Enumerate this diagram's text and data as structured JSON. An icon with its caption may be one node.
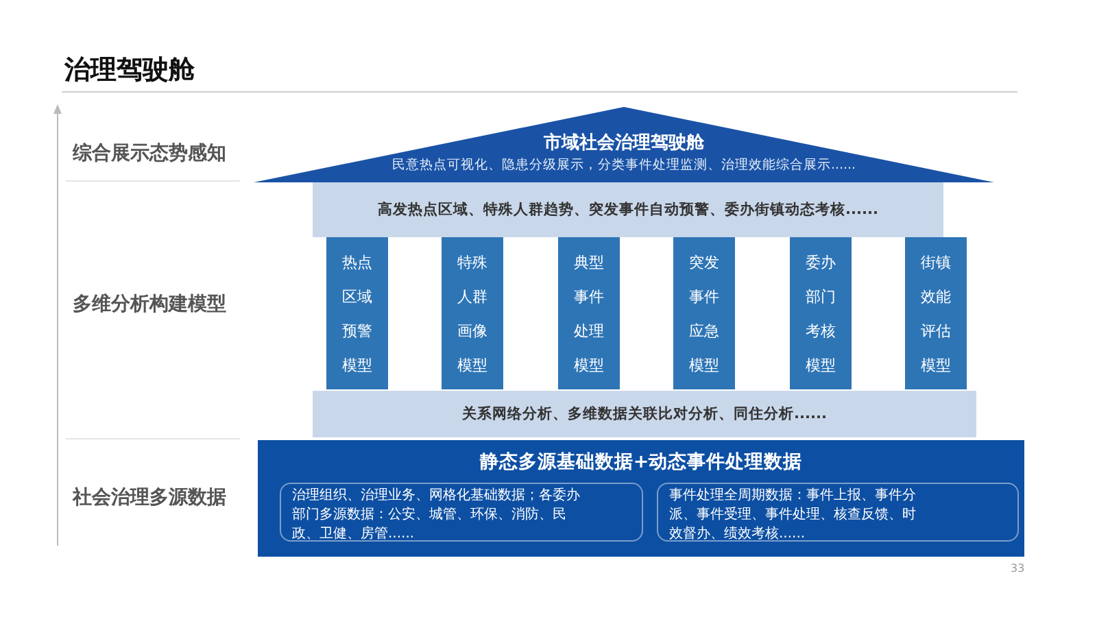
{
  "diagram": {
    "title": "治理驾驶舱",
    "nodes": [
      {
        "text": [
          "市域社会治理驾驶舱",
          "民意热点可视化、隐患分级展示，分类事件处理监测、治理效能综合展示......"
        ]
      },
      {
        "text": [
          "高发热点区域、特殊人群趋势、突发事件自动预警、委办街镇动态考核......"
        ]
      },
      {
        "text": [
          "热点区域预警模型"
        ]
      },
      {
        "text": [
          "特殊人群画像模型"
        ]
      },
      {
        "text": [
          "典型事件处理模型"
        ]
      },
      {
        "text": [
          "突发事件应急模型"
        ]
      },
      {
        "text": [
          "委办部门考核模型"
        ]
      },
      {
        "text": [
          "街镇效能评估模型"
        ]
      },
      {
        "text": [
          "关系网络分析、多维数据关联比对分析、同住分析......"
        ]
      },
      {
        "text": [
          "静态多源基础数据+动态事件处理数据"
        ]
      },
      {
        "text": [
          "治理组织、治理业务、网格化基础数据；各委办部门多源数据：公安、城管、环保、消防、民政、卫健、房管......"
        ],
        "in": 9
      },
      {
        "text": [
          "事件处理全周期数据：事件上报、事件分派、事件受理、事件处理、核查反馈、时效督办、绩效考核......"
        ],
        "in": 9
      }
    ],
    "edges": [],
    "labels": [
      "综合展示态势感知",
      "多维分析构建模型",
      "社会治理多源数据",
      "33"
    ]
  }
}
